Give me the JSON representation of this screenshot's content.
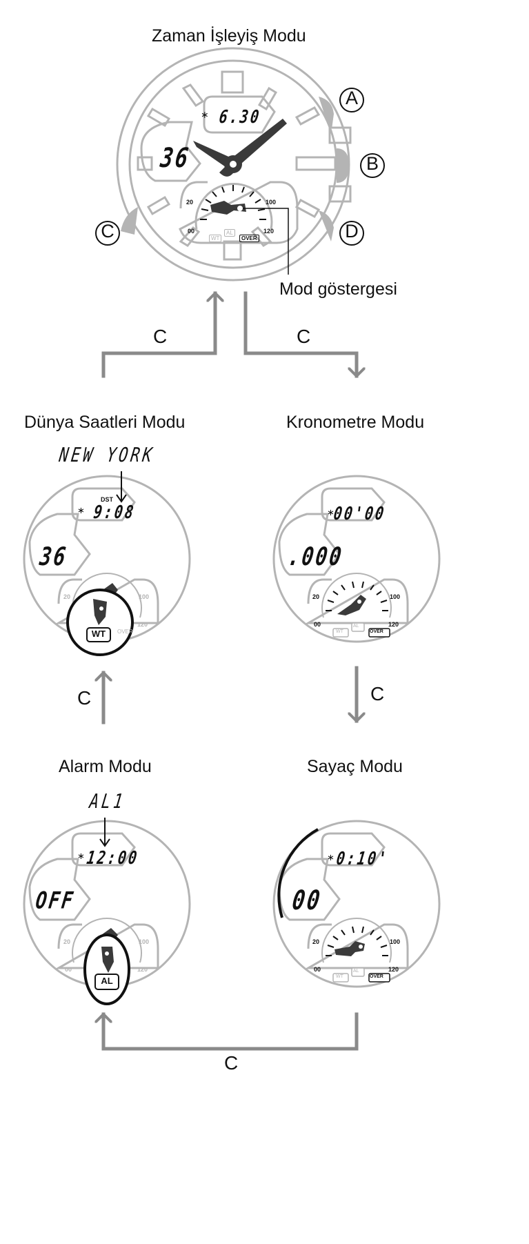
{
  "modes": {
    "timekeeping": {
      "title": "Zaman İşleyiş Modu",
      "date": "6.30",
      "day": "36"
    },
    "world_time": {
      "title": "Dünya Saatleri Modu",
      "city": "NEW YORK",
      "dst": "DST",
      "time": "9:08",
      "day": "36",
      "indicator": "WT"
    },
    "stopwatch": {
      "title": "Kronometre Modu",
      "time": "00'00",
      "fraction": ".000"
    },
    "alarm": {
      "title": "Alarm Modu",
      "alarm_name": "AL1",
      "time": "12:00",
      "state": "OFF",
      "indicator": "AL"
    },
    "timer": {
      "title": "Sayaç Modu",
      "time": "0:10'",
      "seconds": "00"
    }
  },
  "buttons": {
    "a": "A",
    "b": "B",
    "c": "C",
    "d": "D"
  },
  "mode_indicator_label": "Mod göstergesi",
  "dial_numbers": {
    "n20": "20",
    "n100": "100",
    "n00": "00",
    "n120": "120"
  },
  "dial_tags": {
    "wt": "WT",
    "al": "AL",
    "over": "OVER"
  },
  "transition_label": "C",
  "colors": {
    "outline": "#b4b4b4",
    "arrow": "#8a8a8a",
    "hand": "#3a3a3a",
    "ink": "#111111"
  }
}
